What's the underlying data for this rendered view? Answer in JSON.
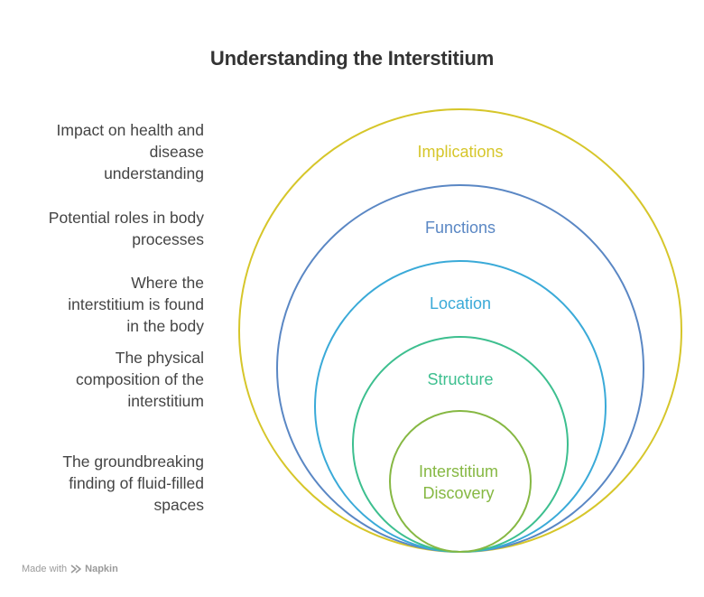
{
  "title": "Understanding the Interstitium",
  "layers": [
    {
      "key": "implications",
      "label": "Implications",
      "description": [
        "Impact on health and",
        "disease",
        "understanding"
      ],
      "color": "#d6c62a"
    },
    {
      "key": "functions",
      "label": "Functions",
      "description": [
        "Potential roles in body",
        "processes"
      ],
      "color": "#5a87c4"
    },
    {
      "key": "location",
      "label": "Location",
      "description": [
        "Where the",
        "interstitium is found",
        "in the body"
      ],
      "color": "#3aaad8"
    },
    {
      "key": "structure",
      "label": "Structure",
      "description": [
        "The physical",
        "composition of the",
        "interstitium"
      ],
      "color": "#3dbf8f"
    },
    {
      "key": "discovery",
      "label": [
        "Interstitium",
        "Discovery"
      ],
      "description": [
        "The groundbreaking",
        "finding of fluid-filled",
        "spaces"
      ],
      "color": "#86b843"
    }
  ],
  "footer": {
    "prefix": "Made with",
    "brand": "Napkin"
  }
}
